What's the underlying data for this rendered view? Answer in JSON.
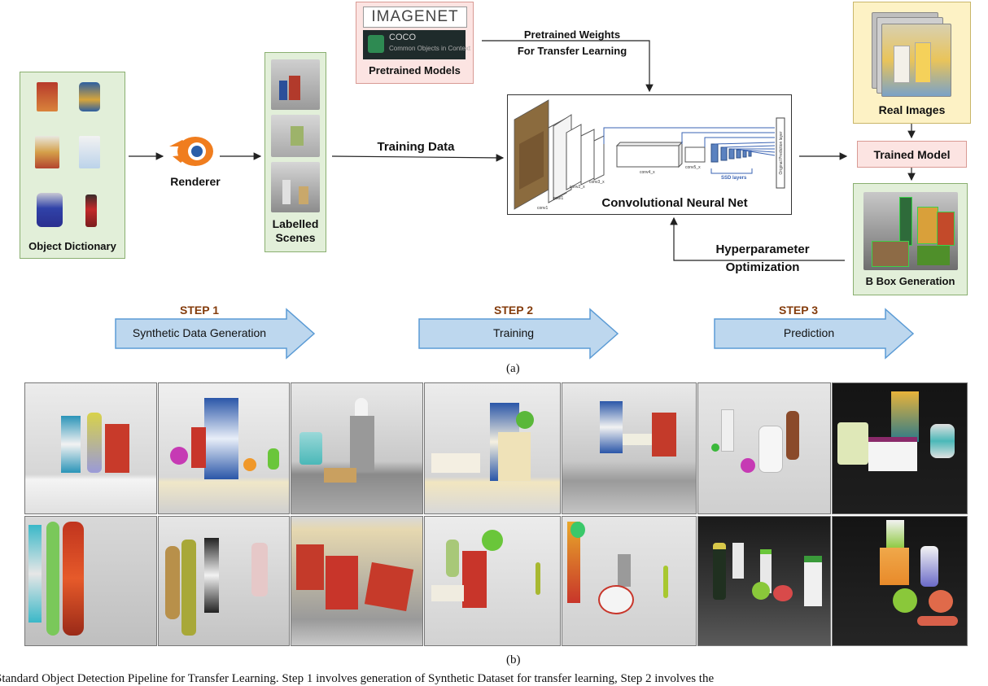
{
  "object_dictionary": {
    "label": "Object Dictionary"
  },
  "renderer": {
    "label": "Renderer"
  },
  "labelled_scenes": {
    "label_line1": "Labelled",
    "label_line2": "Scenes"
  },
  "pretrained_models": {
    "label": "Pretrained Models",
    "imagenet_logo": "IMAGENET",
    "coco_logo": "COCO",
    "coco_subtitle": "Common Objects in Context"
  },
  "pretrained_weights": {
    "line1": "Pretrained Weights",
    "line2": "For Transfer Learning"
  },
  "training_data": {
    "label": "Training Data"
  },
  "cnn": {
    "label": "Convolutional Neural Net",
    "layer_labels": [
      "conv1",
      "pool1",
      "conv2_x",
      "conv3_x",
      "conv4_x",
      "conv5_x"
    ],
    "ssd_label": "SSD layers",
    "prediction_layer": "Original Prediction layer"
  },
  "real_images": {
    "label": "Real Images"
  },
  "trained_model": {
    "label": "Trained Model"
  },
  "bbox": {
    "label": "B Box Generation"
  },
  "hyperparameter": {
    "line1": "Hyperparameter",
    "line2": "Optimization"
  },
  "steps": [
    {
      "title": "STEP 1",
      "text": "Synthetic Data Generation"
    },
    {
      "title": "STEP 2",
      "text": "Training"
    },
    {
      "title": "STEP 3",
      "text": "Prediction"
    }
  ],
  "sublabel_a": "(a)",
  "sublabel_b": "(b)",
  "caption": "Standard Object Detection Pipeline for Transfer Learning. Step 1 involves generation of Synthetic Dataset for transfer learning, Step 2 involves the",
  "colors": {
    "step_arrow_fill": "#bdd7ee",
    "step_arrow_stroke": "#5b9bd5",
    "step_title": "#843c0c",
    "panel_green": "#e2efd9",
    "panel_yellow": "#fdf2c5",
    "panel_red": "#fce4e2",
    "renderer_orange": "#f07d1e"
  }
}
